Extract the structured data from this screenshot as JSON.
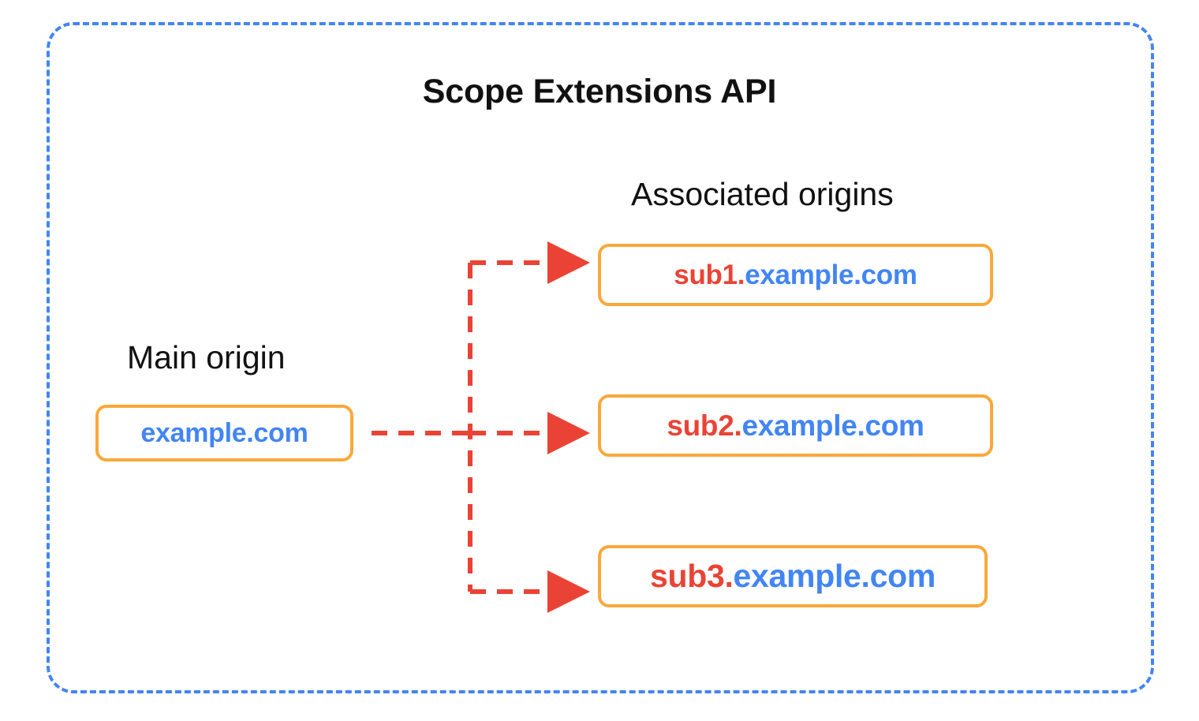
{
  "diagram": {
    "title": "Scope Extensions API",
    "container_border_color": "#4285F4",
    "box_border_color": "#FAA83A",
    "arrow_color": "#EA4335",
    "subdomain_color": "#EA4335",
    "domain_color": "#4285F4"
  },
  "main_origin": {
    "label": "Main origin",
    "box": {
      "sub": "",
      "dot": "",
      "base": "example.com",
      "full": "example.com"
    }
  },
  "associated_origins": {
    "label": "Associated origins",
    "items": [
      {
        "sub": "sub1",
        "dot": ".",
        "base": "example.com",
        "full": "sub1.example.com"
      },
      {
        "sub": "sub2",
        "dot": ".",
        "base": "example.com",
        "full": "sub2.example.com"
      },
      {
        "sub": "sub3",
        "dot": ".",
        "base": "example.com",
        "full": "sub3.example.com"
      }
    ]
  },
  "connectors": {
    "style": "dashed",
    "arrowhead": "triangle",
    "count": 3
  }
}
